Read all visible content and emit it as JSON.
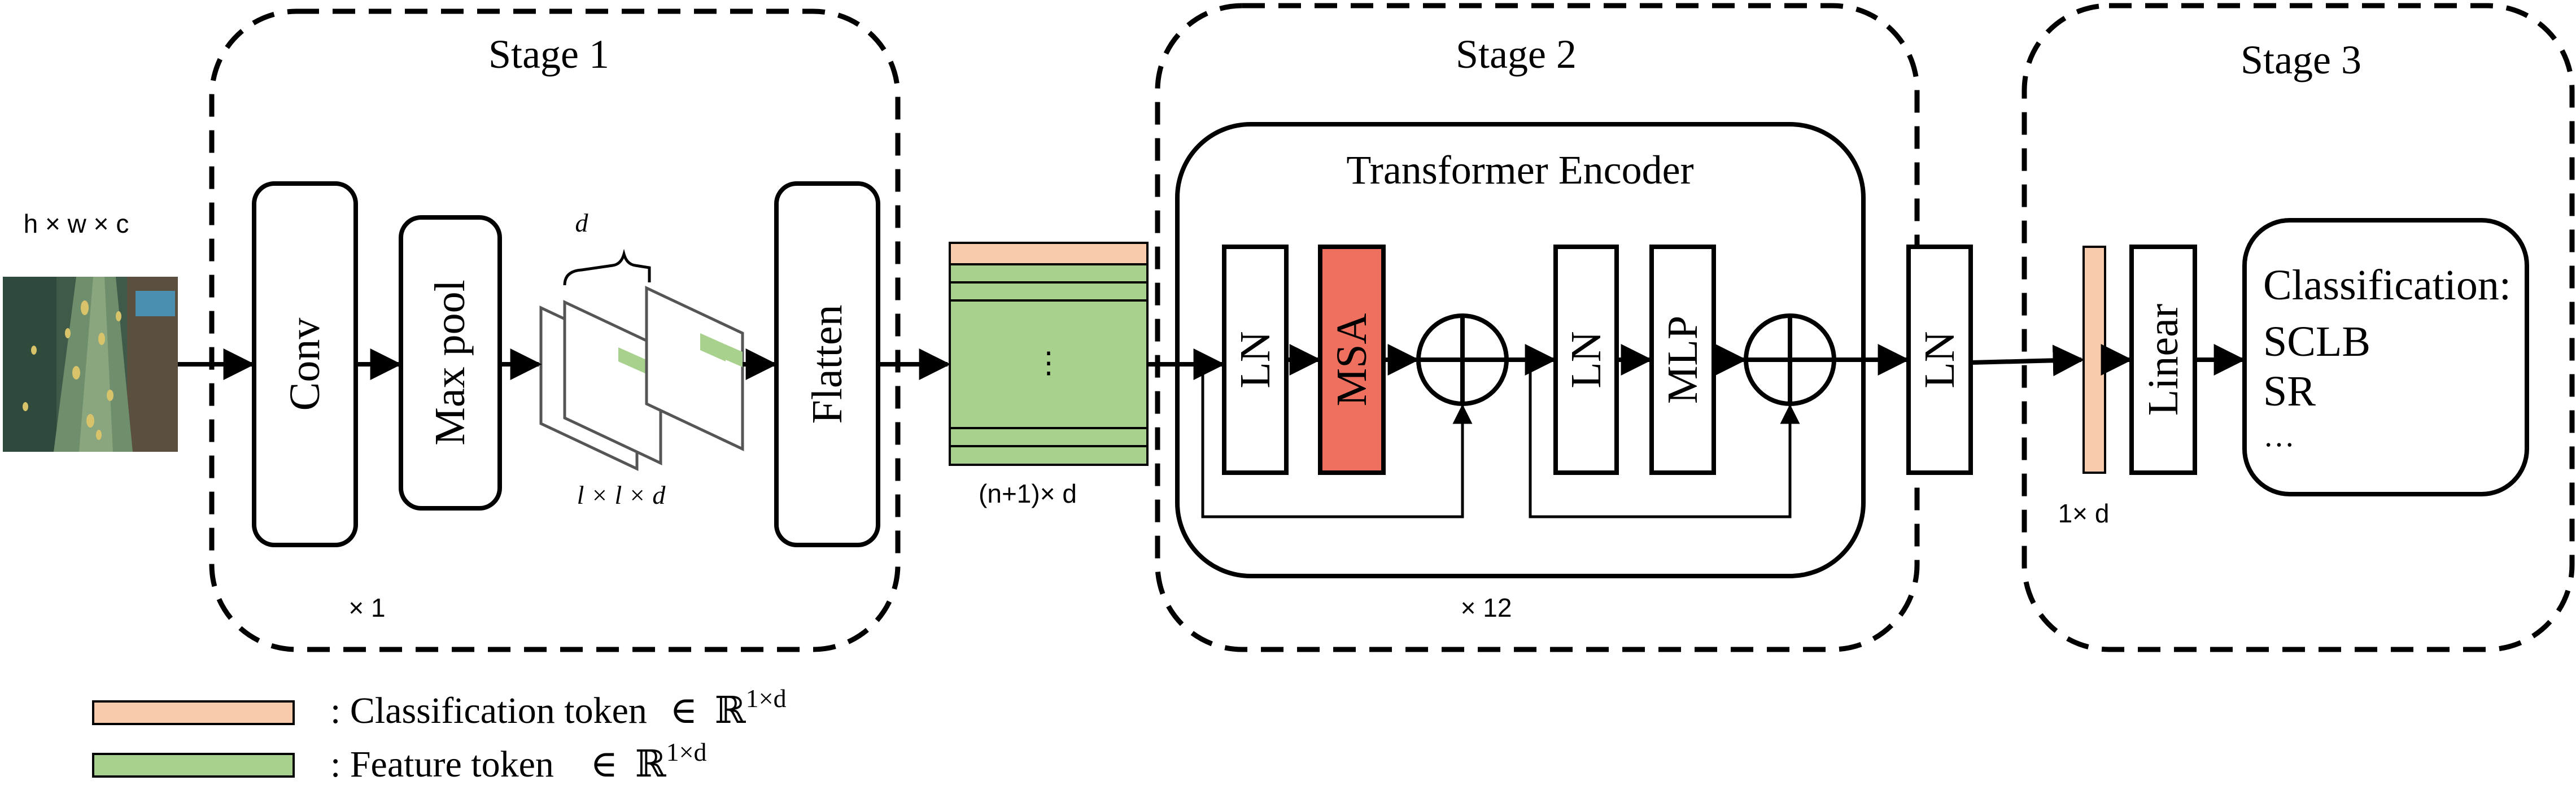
{
  "input": {
    "dims": "h × w × c"
  },
  "stages": {
    "s1": {
      "title": "Stage 1",
      "repeat": "× 1"
    },
    "s2": {
      "title": "Stage 2",
      "repeat": "× 12"
    },
    "s3": {
      "title": "Stage 3"
    }
  },
  "stage1": {
    "conv": "Conv",
    "maxpool": "Max pool",
    "feature_dim": "d",
    "patch_dims": "l × l × d",
    "flatten": "Flatten"
  },
  "tokens": {
    "ellipsis": "⋮",
    "dims": "(n+1)× d"
  },
  "encoder": {
    "title": "Transformer Encoder",
    "ln1": "LN",
    "msa": "MSA",
    "ln2": "LN",
    "mlp": "MLP"
  },
  "post_ln": "LN",
  "stage3": {
    "token_dims": "1× d",
    "linear": "Linear",
    "output_title": "Classification:",
    "classes": [
      "SCLB",
      "SR",
      "…"
    ]
  },
  "legend": {
    "cls": ": Classification  token",
    "feat": ": Feature token",
    "element_of": "∈",
    "space": "ℝ",
    "exponent": "1×d"
  },
  "colors": {
    "cls_token": "#f8cbad",
    "feature_token": "#a9d18e",
    "msa": "#f07060",
    "patch_highlight": "#a9d18e"
  }
}
